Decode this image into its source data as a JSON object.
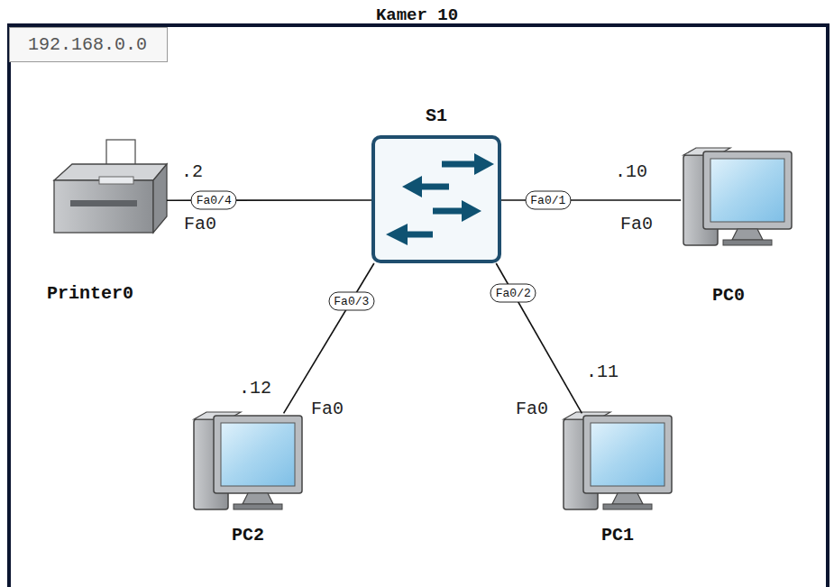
{
  "diagram": {
    "title": "Kamer 10",
    "nodes": [
      {
        "text": [
          "192.168.0.0"
        ]
      },
      {
        "text": [
          "S1"
        ],
        "in": 0
      },
      {
        "text": [
          "Printer0"
        ],
        "in": 0
      },
      {
        "text": [
          "PC0"
        ],
        "in": 0
      },
      {
        "text": [
          "PC2"
        ],
        "in": 0
      },
      {
        "text": [
          "PC1"
        ],
        "in": 0
      }
    ],
    "edges": [
      {
        "from": 1,
        "to": 2,
        "label": "Fa0/4",
        "arrow": "none"
      },
      {
        "from": 1,
        "to": 3,
        "label": "Fa0/1",
        "arrow": "none"
      },
      {
        "from": 1,
        "to": 4,
        "label": "Fa0/3",
        "arrow": "none"
      },
      {
        "from": 1,
        "to": 5,
        "label": "Fa0/2",
        "arrow": "none"
      }
    ],
    "labels": [
      ".2",
      "Fa0",
      ".10",
      "Fa0",
      ".12",
      "Fa0",
      ".11",
      "Fa0"
    ]
  }
}
